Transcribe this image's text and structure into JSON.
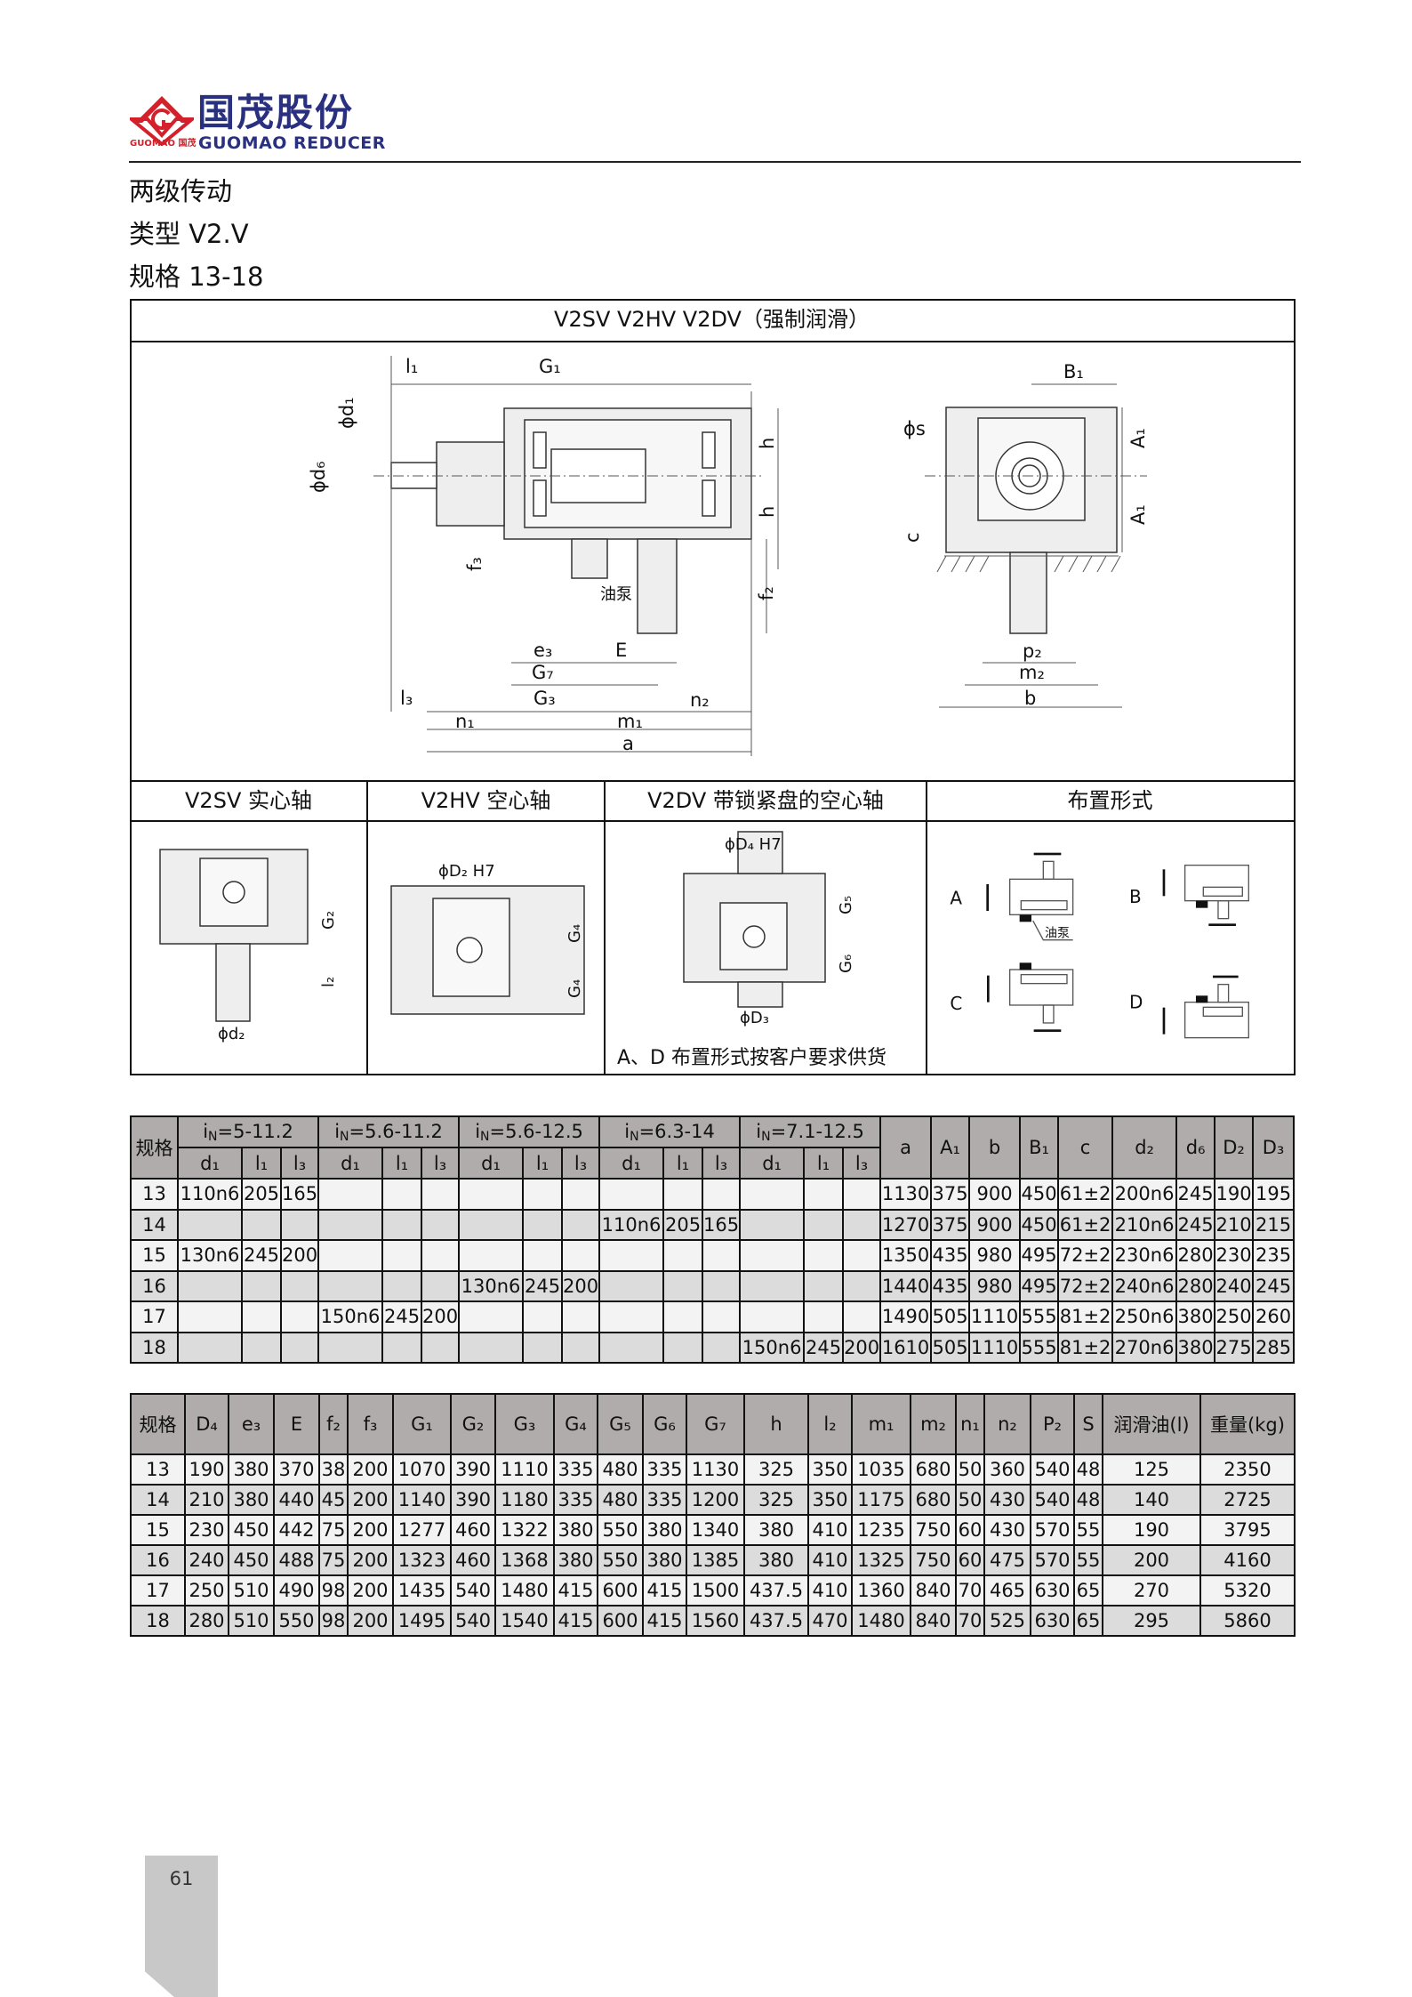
{
  "header": {
    "logo_cn": "国茂股份",
    "logo_en": "GUOMAO REDUCER",
    "logo_mark_text": "GUOMAO 国茂",
    "brand_color": "#2a3080",
    "mark_color": "#d3202a"
  },
  "sections": {
    "drive": "两级传动",
    "type": "类型 V2.V",
    "size": "规格 13-18"
  },
  "drawing": {
    "title": "V2SV V2HV V2DV（强制润滑）",
    "labels": {
      "l1": "l₁",
      "G1": "G₁",
      "phi_d1": "ϕd₁",
      "phi_d6": "ϕd₆",
      "h": "h",
      "f3": "f₃",
      "pump": "油泵",
      "f2": "f₂",
      "e3": "e₃",
      "E": "E",
      "G7": "G₇",
      "G3": "G₃",
      "l3": "l₃",
      "n2": "n₂",
      "n1": "n₁",
      "m1": "m₁",
      "a": "a",
      "B1": "B₁",
      "phi_s": "ϕs",
      "A1": "A₁",
      "c": "c",
      "p2": "p₂",
      "m2": "m₂",
      "b": "b",
      "G2": "G₂",
      "l2": "l₂",
      "phi_d2": "ϕd₂",
      "phi_D2": "ϕD₂ H7",
      "G4": "G₄",
      "phi_D4": "ϕD₄ H7",
      "G5": "G₅",
      "G6": "G₆",
      "phi_D3": "ϕD₃"
    },
    "panels": [
      {
        "title": "V2SV  实心轴"
      },
      {
        "title": "V2HV  空心轴"
      },
      {
        "title": "V2DV  带锁紧盘的空心轴",
        "note": "A、D 布置形式按客户要求供货"
      },
      {
        "title": "布置形式",
        "positions": [
          "A",
          "B",
          "C",
          "D"
        ],
        "pump": "油泵"
      }
    ]
  },
  "table1": {
    "corner": "规格",
    "groups": [
      {
        "i": "i",
        "sub": "N",
        "rest": "=5-11.2"
      },
      {
        "i": "i",
        "sub": "N",
        "rest": "=5.6-11.2"
      },
      {
        "i": "i",
        "sub": "N",
        "rest": "=5.6-12.5"
      },
      {
        "i": "i",
        "sub": "N",
        "rest": "=6.3-14"
      },
      {
        "i": "i",
        "sub": "N",
        "rest": "=7.1-12.5"
      }
    ],
    "group_cols": [
      "d₁",
      "l₁",
      "l₃"
    ],
    "extra_cols": [
      "a",
      "A₁",
      "b",
      "B₁",
      "c",
      "d₂",
      "d₆",
      "D₂",
      "D₃"
    ],
    "rows": [
      {
        "size": "13",
        "group": 0,
        "d1": "110n6",
        "l1": "205",
        "l3": "165",
        "extra": [
          "1130",
          "375",
          "900",
          "450",
          "61±2",
          "200n6",
          "245",
          "190",
          "195"
        ]
      },
      {
        "size": "14",
        "group": 3,
        "d1": "110n6",
        "l1": "205",
        "l3": "165",
        "extra": [
          "1270",
          "375",
          "900",
          "450",
          "61±2",
          "210n6",
          "245",
          "210",
          "215"
        ]
      },
      {
        "size": "15",
        "group": 0,
        "d1": "130n6",
        "l1": "245",
        "l3": "200",
        "extra": [
          "1350",
          "435",
          "980",
          "495",
          "72±2",
          "230n6",
          "280",
          "230",
          "235"
        ]
      },
      {
        "size": "16",
        "group": 2,
        "d1": "130n6",
        "l1": "245",
        "l3": "200",
        "extra": [
          "1440",
          "435",
          "980",
          "495",
          "72±2",
          "240n6",
          "280",
          "240",
          "245"
        ]
      },
      {
        "size": "17",
        "group": 1,
        "d1": "150n6",
        "l1": "245",
        "l3": "200",
        "extra": [
          "1490",
          "505",
          "1110",
          "555",
          "81±2",
          "250n6",
          "380",
          "250",
          "260"
        ]
      },
      {
        "size": "18",
        "group": 4,
        "d1": "150n6",
        "l1": "245",
        "l3": "200",
        "extra": [
          "1610",
          "505",
          "1110",
          "555",
          "81±2",
          "270n6",
          "380",
          "275",
          "285"
        ]
      }
    ]
  },
  "table2": {
    "headers": [
      "规格",
      "D₄",
      "e₃",
      "E",
      "f₂",
      "f₃",
      "G₁",
      "G₂",
      "G₃",
      "G₄",
      "G₅",
      "G₆",
      "G₇",
      "h",
      "l₂",
      "m₁",
      "m₂",
      "n₁",
      "n₂",
      "P₂",
      "S",
      "润滑油(l)",
      "重量(kg)"
    ],
    "rows": [
      [
        "13",
        "190",
        "380",
        "370",
        "38",
        "200",
        "1070",
        "390",
        "1110",
        "335",
        "480",
        "335",
        "1130",
        "325",
        "350",
        "1035",
        "680",
        "50",
        "360",
        "540",
        "48",
        "125",
        "2350"
      ],
      [
        "14",
        "210",
        "380",
        "440",
        "45",
        "200",
        "1140",
        "390",
        "1180",
        "335",
        "480",
        "335",
        "1200",
        "325",
        "350",
        "1175",
        "680",
        "50",
        "430",
        "540",
        "48",
        "140",
        "2725"
      ],
      [
        "15",
        "230",
        "450",
        "442",
        "75",
        "200",
        "1277",
        "460",
        "1322",
        "380",
        "550",
        "380",
        "1340",
        "380",
        "410",
        "1235",
        "750",
        "60",
        "430",
        "570",
        "55",
        "190",
        "3795"
      ],
      [
        "16",
        "240",
        "450",
        "488",
        "75",
        "200",
        "1323",
        "460",
        "1368",
        "380",
        "550",
        "380",
        "1385",
        "380",
        "410",
        "1325",
        "750",
        "60",
        "475",
        "570",
        "55",
        "200",
        "4160"
      ],
      [
        "17",
        "250",
        "510",
        "490",
        "98",
        "200",
        "1435",
        "540",
        "1480",
        "415",
        "600",
        "415",
        "1500",
        "437.5",
        "410",
        "1360",
        "840",
        "70",
        "465",
        "630",
        "65",
        "270",
        "5320"
      ],
      [
        "18",
        "280",
        "510",
        "550",
        "98",
        "200",
        "1495",
        "540",
        "1540",
        "415",
        "600",
        "415",
        "1560",
        "437.5",
        "470",
        "1480",
        "840",
        "70",
        "525",
        "630",
        "65",
        "295",
        "5860"
      ]
    ]
  },
  "footer": {
    "page_number": "61"
  }
}
